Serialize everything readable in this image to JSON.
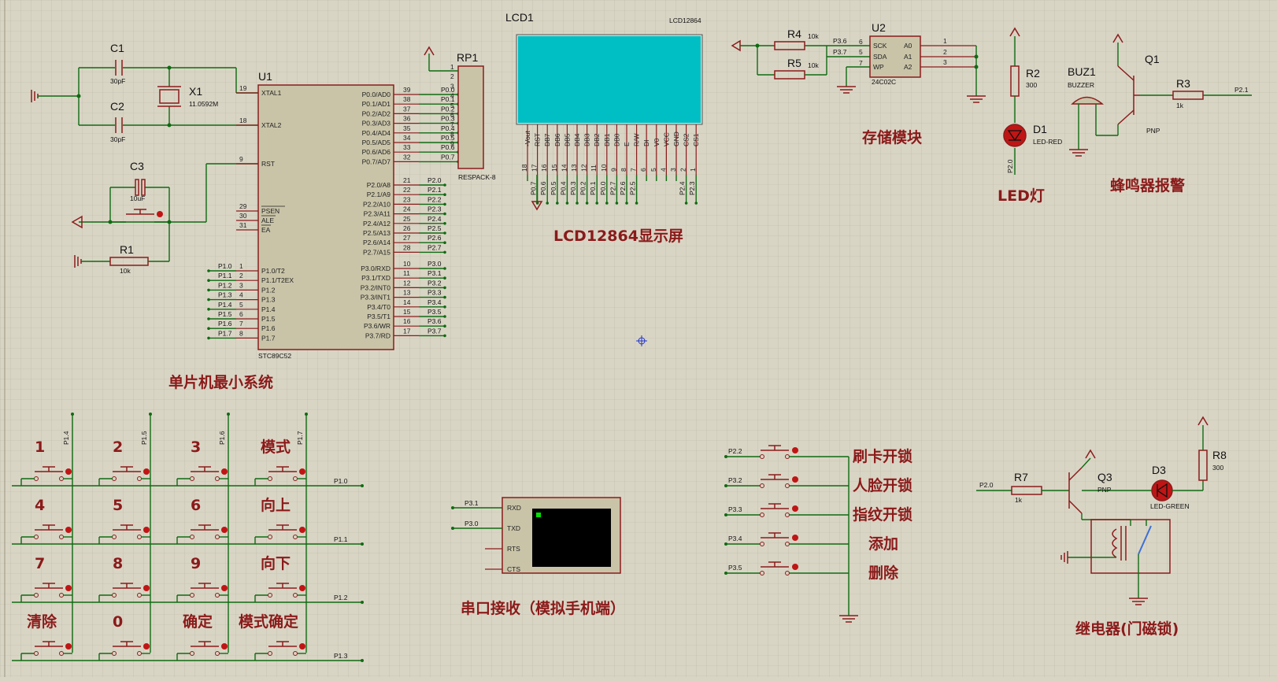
{
  "colors": {
    "background": "#d9d5c5",
    "wire": "#0f6b12",
    "component": "#8b1c1c",
    "title_text": "#8b1a1a",
    "lcd_screen": "#00bfc4",
    "terminal_screen": "#000000"
  },
  "titles": {
    "mcu": "单片机最小系统",
    "lcd": "LCD12864显示屏",
    "storage": "存储模块",
    "led": "LED灯",
    "buzzer": "蜂鸣器报警",
    "serial": "串口接收（模拟手机端）",
    "relay": "继电器(门磁锁)"
  },
  "mcu": {
    "ref": "U1",
    "part": "STC89C52",
    "left_pins": [
      {
        "num": "19",
        "name": "XTAL1"
      },
      {
        "num": "18",
        "name": "XTAL2"
      },
      {
        "num": "9",
        "name": "RST"
      },
      {
        "num": "29",
        "name": "PSEN"
      },
      {
        "num": "30",
        "name": "ALE"
      },
      {
        "num": "31",
        "name": "EA"
      }
    ],
    "p1_pins": [
      {
        "num": "1",
        "name": "P1.0/T2",
        "net": "P1.0"
      },
      {
        "num": "2",
        "name": "P1.1/T2EX",
        "net": "P1.1"
      },
      {
        "num": "3",
        "name": "P1.2",
        "net": "P1.2"
      },
      {
        "num": "4",
        "name": "P1.3",
        "net": "P1.3"
      },
      {
        "num": "5",
        "name": "P1.4",
        "net": "P1.4"
      },
      {
        "num": "6",
        "name": "P1.5",
        "net": "P1.5"
      },
      {
        "num": "7",
        "name": "P1.6",
        "net": "P1.6"
      },
      {
        "num": "8",
        "name": "P1.7",
        "net": "P1.7"
      }
    ],
    "p0_pins": [
      {
        "num": "39",
        "name": "P0.0/AD0",
        "net": "P0.0"
      },
      {
        "num": "38",
        "name": "P0.1/AD1",
        "net": "P0.1"
      },
      {
        "num": "37",
        "name": "P0.2/AD2",
        "net": "P0.2"
      },
      {
        "num": "36",
        "name": "P0.3/AD3",
        "net": "P0.3"
      },
      {
        "num": "35",
        "name": "P0.4/AD4",
        "net": "P0.4"
      },
      {
        "num": "34",
        "name": "P0.5/AD5",
        "net": "P0.5"
      },
      {
        "num": "33",
        "name": "P0.6/AD6",
        "net": "P0.6"
      },
      {
        "num": "32",
        "name": "P0.7/AD7",
        "net": "P0.7"
      }
    ],
    "p2_pins": [
      {
        "num": "21",
        "name": "P2.0/A8",
        "net": "P2.0"
      },
      {
        "num": "22",
        "name": "P2.1/A9",
        "net": "P2.1"
      },
      {
        "num": "23",
        "name": "P2.2/A10",
        "net": "P2.2"
      },
      {
        "num": "24",
        "name": "P2.3/A11",
        "net": "P2.3"
      },
      {
        "num": "25",
        "name": "P2.4/A12",
        "net": "P2.4"
      },
      {
        "num": "26",
        "name": "P2.5/A13",
        "net": "P2.5"
      },
      {
        "num": "27",
        "name": "P2.6/A14",
        "net": "P2.6"
      },
      {
        "num": "28",
        "name": "P2.7/A15",
        "net": "P2.7"
      }
    ],
    "p3_pins": [
      {
        "num": "10",
        "name": "P3.0/RXD",
        "net": "P3.0"
      },
      {
        "num": "11",
        "name": "P3.1/TXD",
        "net": "P3.1"
      },
      {
        "num": "12",
        "name": "P3.2/INT0",
        "net": "P3.2"
      },
      {
        "num": "13",
        "name": "P3.3/INT1",
        "net": "P3.3"
      },
      {
        "num": "14",
        "name": "P3.4/T0",
        "net": "P3.4"
      },
      {
        "num": "15",
        "name": "P3.5/T1",
        "net": "P3.5"
      },
      {
        "num": "16",
        "name": "P3.6/WR",
        "net": "P3.6"
      },
      {
        "num": "17",
        "name": "P3.7/RD",
        "net": "P3.7"
      }
    ]
  },
  "rp1": {
    "ref": "RP1",
    "part": "RESPACK-8",
    "pins": [
      "1",
      "2",
      "3",
      "4",
      "5",
      "6",
      "7",
      "8",
      "9"
    ]
  },
  "c1": {
    "ref": "C1",
    "value": "30pF"
  },
  "c2": {
    "ref": "C2",
    "value": "30pF"
  },
  "c3": {
    "ref": "C3",
    "value": "10uF"
  },
  "x1": {
    "ref": "X1",
    "value": "11.0592M"
  },
  "r1": {
    "ref": "R1",
    "value": "10k"
  },
  "lcd": {
    "ref": "LCD1",
    "part": "LCD12864",
    "pins": [
      {
        "name": "-Vout",
        "num": "18",
        "net": ""
      },
      {
        "name": "RST",
        "num": "17",
        "net": "P0.7"
      },
      {
        "name": "DB7",
        "num": "16",
        "net": "P0.6"
      },
      {
        "name": "DB6",
        "num": "15",
        "net": "P0.5"
      },
      {
        "name": "DB5",
        "num": "14",
        "net": "P0.4"
      },
      {
        "name": "DB4",
        "num": "13",
        "net": "P0.3"
      },
      {
        "name": "DB3",
        "num": "12",
        "net": "P0.2"
      },
      {
        "name": "DB2",
        "num": "11",
        "net": "P0.1"
      },
      {
        "name": "DB1",
        "num": "10",
        "net": "P0.0"
      },
      {
        "name": "DB0",
        "num": "9",
        "net": "P2.7"
      },
      {
        "name": "E",
        "num": "8",
        "net": "P2.6"
      },
      {
        "name": "R/W",
        "num": "7",
        "net": "P2.5"
      },
      {
        "name": "DI",
        "num": "6",
        "net": ""
      },
      {
        "name": "V0",
        "num": "5",
        "net": ""
      },
      {
        "name": "VCC",
        "num": "4",
        "net": ""
      },
      {
        "name": "GND",
        "num": "3",
        "net": ""
      },
      {
        "name": "CS2",
        "num": "2",
        "net": "P2.4"
      },
      {
        "name": "CS1",
        "num": "1",
        "net": "P2.3"
      }
    ]
  },
  "r4": {
    "ref": "R4",
    "value": "10k"
  },
  "r5": {
    "ref": "R5",
    "value": "10k"
  },
  "u2": {
    "ref": "U2",
    "part": "24C02C",
    "left_pins": [
      {
        "num": "6",
        "name": "SCK",
        "net": "P3.6"
      },
      {
        "num": "5",
        "name": "SDA",
        "net": "P3.7"
      },
      {
        "num": "7",
        "name": "WP",
        "net": ""
      }
    ],
    "right_pins": [
      {
        "num": "1",
        "name": "A0"
      },
      {
        "num": "2",
        "name": "A1"
      },
      {
        "num": "3",
        "name": "A2"
      }
    ]
  },
  "r2": {
    "ref": "R2",
    "value": "300"
  },
  "d1": {
    "ref": "D1",
    "part": "LED-RED",
    "net": "P2.0"
  },
  "buz1": {
    "ref": "BUZ1",
    "part": "BUZZER"
  },
  "q1": {
    "ref": "Q1",
    "part": "PNP"
  },
  "r3": {
    "ref": "R3",
    "value": "1k",
    "net": "P2.1"
  },
  "keypad": {
    "keys": [
      "1",
      "2",
      "3",
      "模式",
      "4",
      "5",
      "6",
      "向上",
      "7",
      "8",
      "9",
      "向下",
      "清除",
      "0",
      "确定",
      "模式确定"
    ],
    "col_nets": [
      "P1.4",
      "P1.5",
      "P1.6",
      "P1.7"
    ],
    "row_nets": [
      "P1.0",
      "P1.1",
      "P1.2",
      "P1.3"
    ]
  },
  "terminal": {
    "pins": [
      {
        "name": "RXD",
        "net": "P3.1"
      },
      {
        "name": "TXD",
        "net": "P3.0"
      },
      {
        "name": "RTS",
        "net": ""
      },
      {
        "name": "CTS",
        "net": ""
      }
    ]
  },
  "buttons": [
    {
      "net": "P2.2",
      "label": "刷卡开锁"
    },
    {
      "net": "P3.2",
      "label": "人脸开锁"
    },
    {
      "net": "P3.3",
      "label": "指纹开锁"
    },
    {
      "net": "P3.4",
      "label": "添加"
    },
    {
      "net": "P3.5",
      "label": "删除"
    }
  ],
  "r7": {
    "ref": "R7",
    "value": "1k",
    "net": "P2.0"
  },
  "q3": {
    "ref": "Q3",
    "part": "PNP"
  },
  "d3": {
    "ref": "D3",
    "part": "LED-GREEN"
  },
  "r8": {
    "ref": "R8",
    "value": "300"
  }
}
